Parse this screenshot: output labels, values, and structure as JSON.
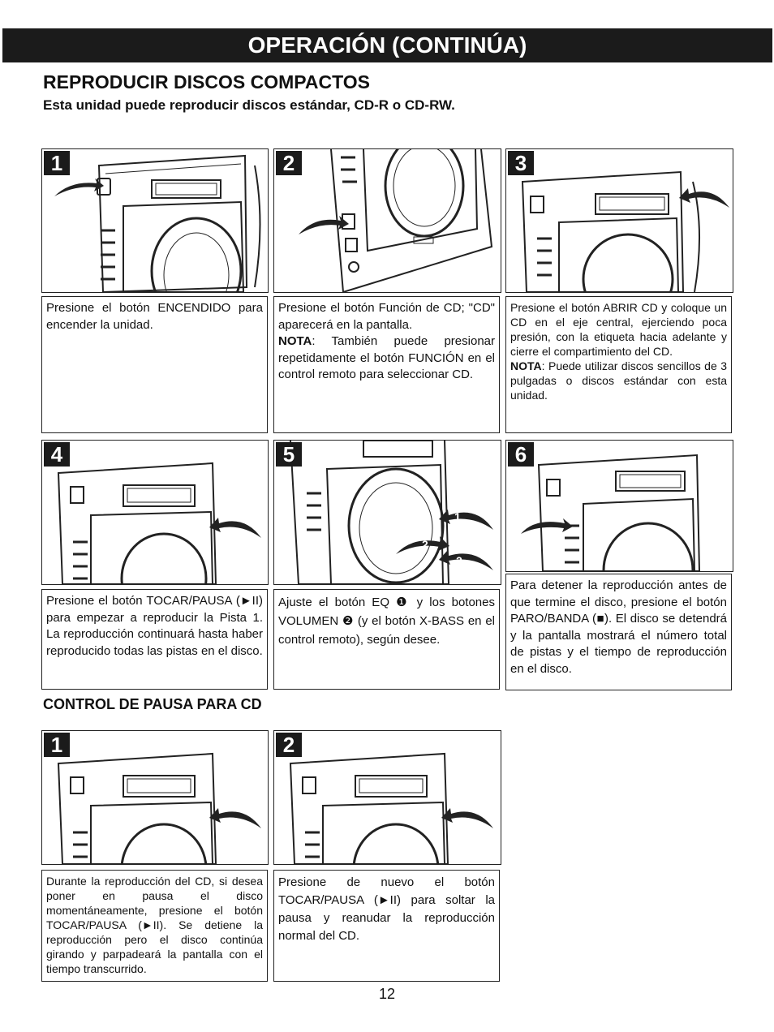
{
  "header": {
    "title": "OPERACIÓN (CONTINÚA)"
  },
  "section1": {
    "title": "REPRODUCIR DISCOS COMPACTOS",
    "subtitle": "Esta unidad puede reproducir discos estándar, CD-R o CD-RW.",
    "steps": [
      {
        "number": "1",
        "text": "Presione el botón ENCENDIDO para encender la unidad."
      },
      {
        "number": "2",
        "text": "Presione el botón Función de CD; \"CD\" aparecerá en la pantalla.",
        "note_label": "NOTA",
        "note_text": ": También puede presionar repetidamente el botón FUNCIÓN en el control remoto para seleccionar CD."
      },
      {
        "number": "3",
        "text": "Presione el botón ABRIR CD y coloque un CD en el eje central, ejerciendo poca presión, con la etiqueta hacia adelante y cierre el compartimiento del CD.",
        "note_label": "NOTA",
        "note_text": ": Puede utilizar discos sencillos de 3 pulgadas o discos estándar con esta unidad."
      },
      {
        "number": "4",
        "text": "Presione el botón TOCAR/PAUSA (►II) para empezar a reproducir la Pista 1. La reproducción continuará hasta haber reproducido todas las pistas en el disco."
      },
      {
        "number": "5",
        "text": "Ajuste el botón EQ ❶ y los botones VOLUMEN ❷ (y el botón X-BASS en el control remoto), según desee.",
        "callouts": [
          "1",
          "2",
          "2"
        ]
      },
      {
        "number": "6",
        "text": "Para detener la reproducción antes de que termine el disco, presione el botón PARO/BANDA (■). El disco se detendrá y la pantalla mostrará el número total de pistas y el tiempo de reproducción en el disco."
      }
    ]
  },
  "section2": {
    "title": "CONTROL DE PAUSA PARA CD",
    "steps": [
      {
        "number": "1",
        "text": "Durante la reproducción del CD, si desea poner en pausa el disco momentáneamente, presione el botón TOCAR/PAUSA (►II). Se detiene la reproducción pero el disco continúa girando y parpadeará la pantalla con el tiempo transcurrido."
      },
      {
        "number": "2",
        "text": "Presione de nuevo el botón TOCAR/PAUSA (►II) para soltar la pausa y reanudar la reproducción normal del CD."
      }
    ]
  },
  "footer": {
    "page_number": "12"
  }
}
